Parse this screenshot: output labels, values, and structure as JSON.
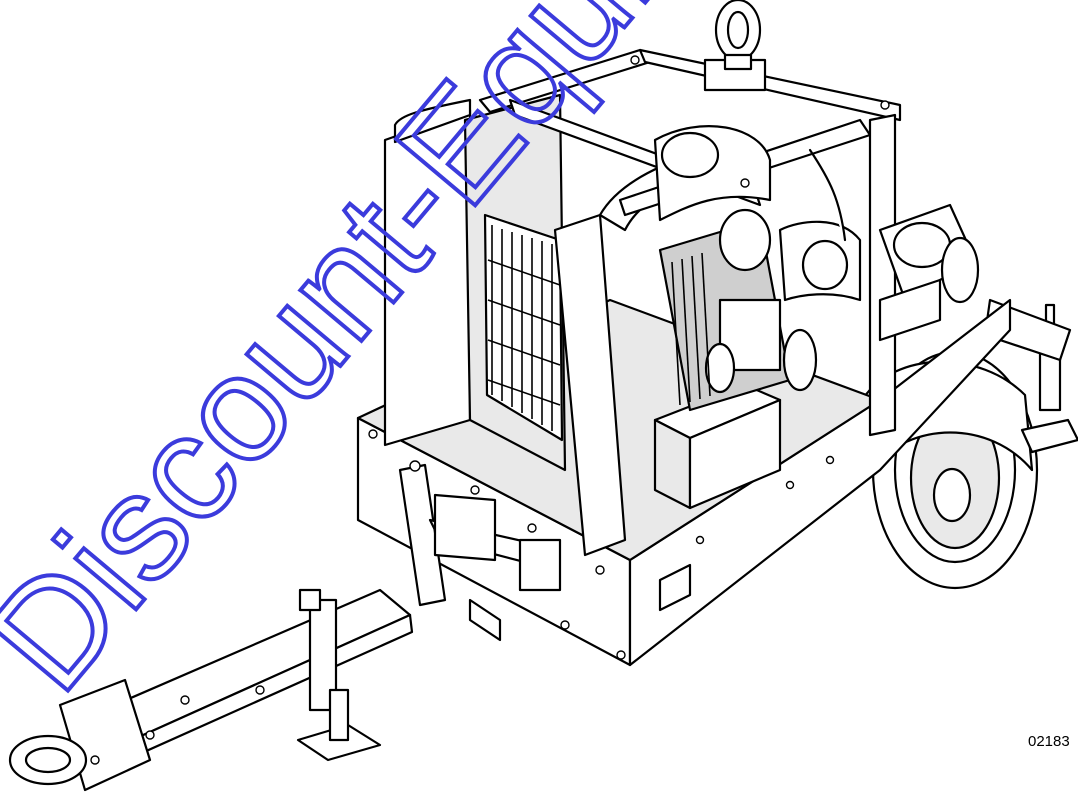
{
  "figure": {
    "number": "02183",
    "watermark": "Discount-Equipment",
    "watermark_color": "#3b3bdc",
    "subject": "trailer-mounted-pump-unit-line-drawing"
  }
}
